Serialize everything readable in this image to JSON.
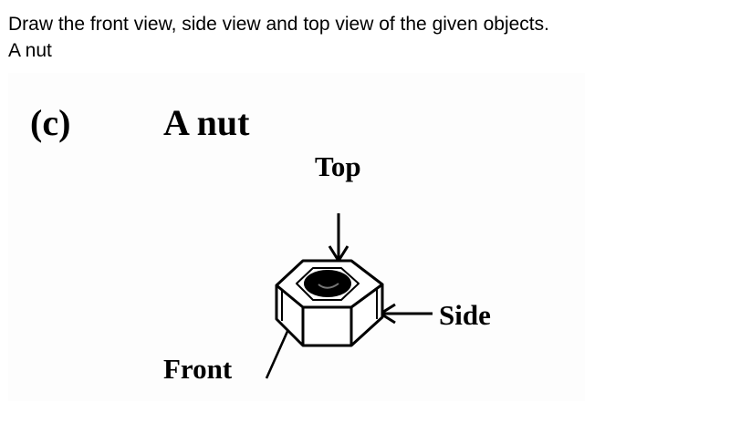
{
  "question": {
    "line1": "Draw the front view, side view and top view of the given objects.",
    "line2": "A nut"
  },
  "figure": {
    "part_label": "(c)",
    "title": "A nut",
    "labels": {
      "top": "Top",
      "side": "Side",
      "front": "Front"
    },
    "object_icon": "hex-nut-icon"
  }
}
